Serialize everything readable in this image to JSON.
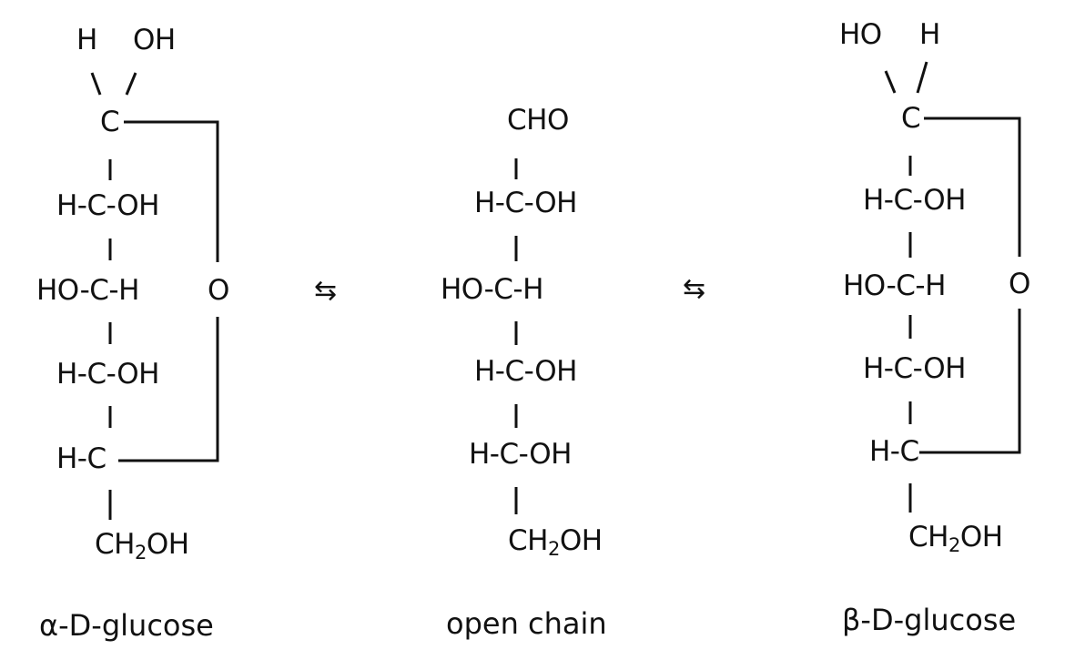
{
  "alpha": {
    "caption": "α-D-glucose",
    "c1_top_left": "H",
    "c1_top_right": "OH",
    "c1": "C",
    "c2": "H-C-OH",
    "c3": "HO-C-H",
    "c4": "H-C-OH",
    "c5": "H-C",
    "c6_prefix": "CH",
    "c6_sub": "2",
    "c6_suffix": "OH",
    "ring_oxygen": "O"
  },
  "open": {
    "caption": "open chain",
    "c1": "CHO",
    "c2": "H-C-OH",
    "c3": "HO-C-H",
    "c4": "H-C-OH",
    "c5": "H-C-OH",
    "c6_prefix": "CH",
    "c6_sub": "2",
    "c6_suffix": "OH"
  },
  "beta": {
    "caption": "β-D-glucose",
    "c1_top_left": "HO",
    "c1_top_right": "H",
    "c1": "C",
    "c2": "H-C-OH",
    "c3": "HO-C-H",
    "c4": "H-C-OH",
    "c5": "H-C",
    "c6_prefix": "CH",
    "c6_sub": "2",
    "c6_suffix": "OH",
    "ring_oxygen": "O"
  },
  "equilibrium": {
    "left_arrow": "⇆",
    "right_arrow": "⇆"
  },
  "colors": {
    "ink": "#111111",
    "background": "#ffffff"
  }
}
